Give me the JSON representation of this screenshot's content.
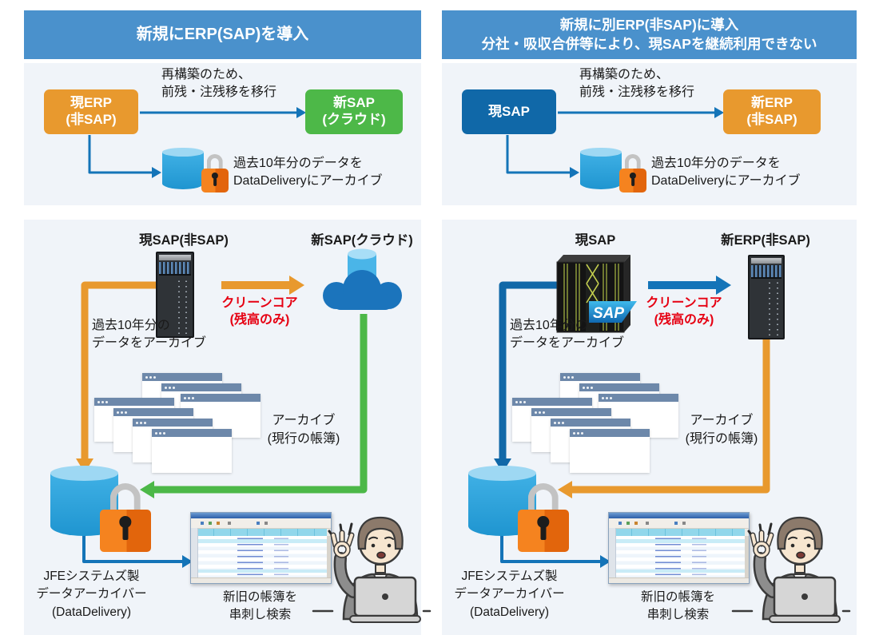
{
  "colors": {
    "header_blue": "#4a91cc",
    "panel_bg": "#f0f4f9",
    "orange": "#e8992e",
    "green": "#4db848",
    "dark_blue": "#1068a8",
    "arrow_blue": "#1474b8",
    "alert_red": "#e60012",
    "cylinder_blue": "#2da5de",
    "lock_orange": "#f5831f"
  },
  "panels": {
    "left": {
      "header_line1": "新規にERP(SAP)を導入",
      "header_line2": "",
      "top": {
        "source_line1": "現ERP",
        "source_line2": "(非SAP)",
        "note_line1": "再構築のため、",
        "note_line2": "前残・注残移を移行",
        "target_line1": "新SAP",
        "target_line2": "(クラウド)",
        "archive_line1": "過去10年分のデータを",
        "archive_line2": "DataDeliveryにアーカイブ"
      },
      "bottom": {
        "source_title": "現SAP(非SAP)",
        "target_title": "新SAP(クラウド)",
        "clean_core_line1": "クリーンコア",
        "clean_core_line2": "(残高のみ)",
        "past_line1": "過去10年分の",
        "past_line2": "データをアーカイブ",
        "current_line1": "アーカイブ",
        "current_line2": "(現行の帳簿)",
        "jfe_line1": "JFEシステムズ製",
        "jfe_line2": "データアーカイバー",
        "jfe_line3": "(DataDelivery)",
        "search_line1": "新旧の帳簿を",
        "search_line2": "串刺し検索"
      }
    },
    "right": {
      "header_line1": "新規に別ERP(非SAP)に導入",
      "header_line2": "分社・吸収合併等により、現SAPを継続利用できない",
      "top": {
        "source_line1": "現SAP",
        "source_line2": "",
        "note_line1": "再構築のため、",
        "note_line2": "前残・注残移を移行",
        "target_line1": "新ERP",
        "target_line2": "(非SAP)",
        "archive_line1": "過去10年分のデータを",
        "archive_line2": "DataDeliveryにアーカイブ"
      },
      "bottom": {
        "source_title": "現SAP",
        "sap_logo": "SAP",
        "target_title": "新ERP(非SAP)",
        "clean_core_line1": "クリーンコア",
        "clean_core_line2": "(残高のみ)",
        "past_line1": "過去10年分の",
        "past_line2": "データをアーカイブ",
        "current_line1": "アーカイブ",
        "current_line2": "(現行の帳簿)",
        "jfe_line1": "JFEシステムズ製",
        "jfe_line2": "データアーカイバー",
        "jfe_line3": "(DataDelivery)",
        "search_line1": "新旧の帳簿を",
        "search_line2": "串刺し検索"
      }
    }
  }
}
